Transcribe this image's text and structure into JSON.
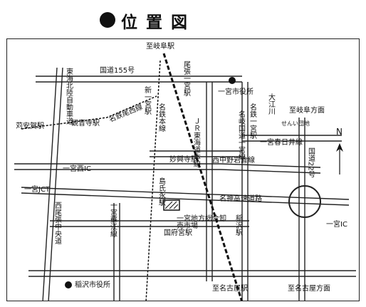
{
  "title": "位置図",
  "map": {
    "labels": {
      "to_gifu_station": "至岐阜駅",
      "route155": "国道155号",
      "tokai_hokuriku": "東海北陸自動車道",
      "bisai_ichinomiya_st": "尾張一宮駅",
      "shin_ichinomiya_st": "新一宮駅",
      "ichinomiya_city_hall": "一宮市役所",
      "tokai_ichinomiya_st": "名鉄一宮駅",
      "oe_river": "大江川",
      "to_gifu_direction": "至岐阜方面",
      "kariyasuka_st": "苅安賀駅",
      "kannonji_st": "観音寺駅",
      "meitetsu_bisai": "名鉄尾西線",
      "meitetsu_honsen": "名鉄本線",
      "jr_tokaido": "ＪＲ東海道本線",
      "ichinomiya_ring": "名岐国道一宮線",
      "senior_center": "せんい団地",
      "kasugai_line": "一宮春日井線",
      "route22": "国道22号",
      "myokoji_st": "妙興寺駅",
      "nishi_nakano_line": "西中野岩倉線",
      "ichinomiya_nishi_ic": "一宮西IC",
      "ichinomiya_jct": "一宮JCT",
      "meishin_expressway": "名神高速道路",
      "nishio_chuo": "西尾張中央道",
      "shimaakanai_st": "島氏永駅",
      "ichinomiya_sango": "一宮蘇江線",
      "market": "一宮地方総合卸売市場",
      "kokufunomiya_st": "国府宮駅",
      "ichinomiya_ic": "一宮IC",
      "ozawa_st": "稲沢駅",
      "inazawa_city_hall": "稲沢市役所",
      "to_nagoya_station": "至名古屋駅",
      "to_nagoya_direction": "至名古屋方面",
      "north": "N"
    }
  }
}
